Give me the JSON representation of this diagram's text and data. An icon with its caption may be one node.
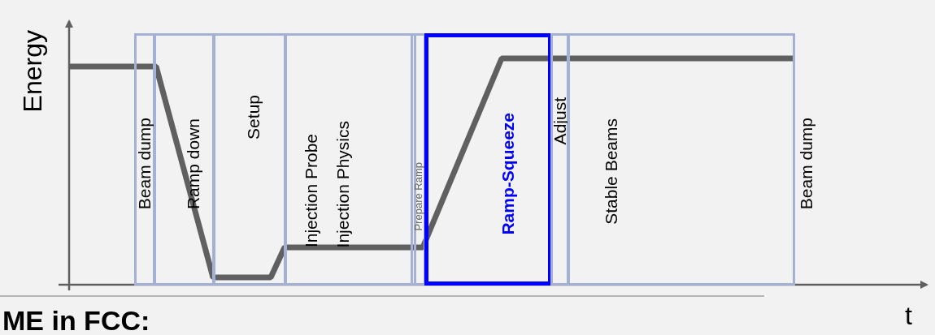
{
  "diagram": {
    "nodes": [
      {
        "text": [
          "Beam dump"
        ]
      },
      {
        "text": [
          "Ramp down"
        ]
      },
      {
        "text": [
          "Setup"
        ]
      },
      {
        "text": [
          "Injection Probe",
          "Injection Physics"
        ]
      },
      {
        "text": [
          "Prepare Ramp"
        ]
      },
      {
        "text": [
          "Ramp-Squeeze"
        ]
      },
      {
        "text": [
          "Adjust"
        ]
      },
      {
        "text": [
          "Stable Beams"
        ],
        "beside": [
          "Beam dump"
        ]
      }
    ],
    "edges": [],
    "labels": [
      "Energy",
      "ME in FCC:",
      "t"
    ]
  }
}
